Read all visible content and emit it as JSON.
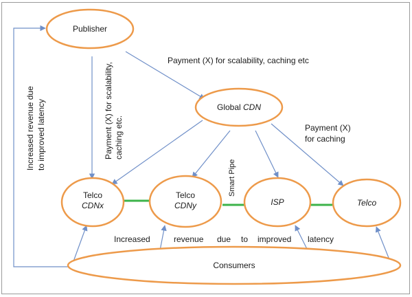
{
  "nodes": {
    "publisher": "Publisher",
    "global_cdn": {
      "prefix": "Global ",
      "emph": "CDN"
    },
    "telco_x": {
      "line1": "Telco",
      "line2": "CDNx"
    },
    "telco_y": {
      "line1": "Telco",
      "line2": "CDNy"
    },
    "isp": "ISP",
    "telco": "Telco",
    "consumers": "Consumers"
  },
  "edges": {
    "publisher_to_global": "Payment (X) for scalability, caching etc",
    "publisher_to_telco_x": {
      "line1": "Payment (X) for scalability,",
      "line2": "caching etc."
    },
    "global_to_telco": {
      "line1": "Payment (X)",
      "line2": "for caching"
    },
    "smart_pipe": "Smart Pipe",
    "consumers_loop": {
      "line1": "Increased revenue due",
      "line2": "to improved latency"
    },
    "revenue_words": [
      "Increased",
      "revenue",
      "due",
      "to",
      "improved",
      "latency"
    ]
  },
  "colors": {
    "node_outline": "#ed9a4a",
    "arrow": "#6f8fc8",
    "smart_pipe": "#3cb34a"
  }
}
